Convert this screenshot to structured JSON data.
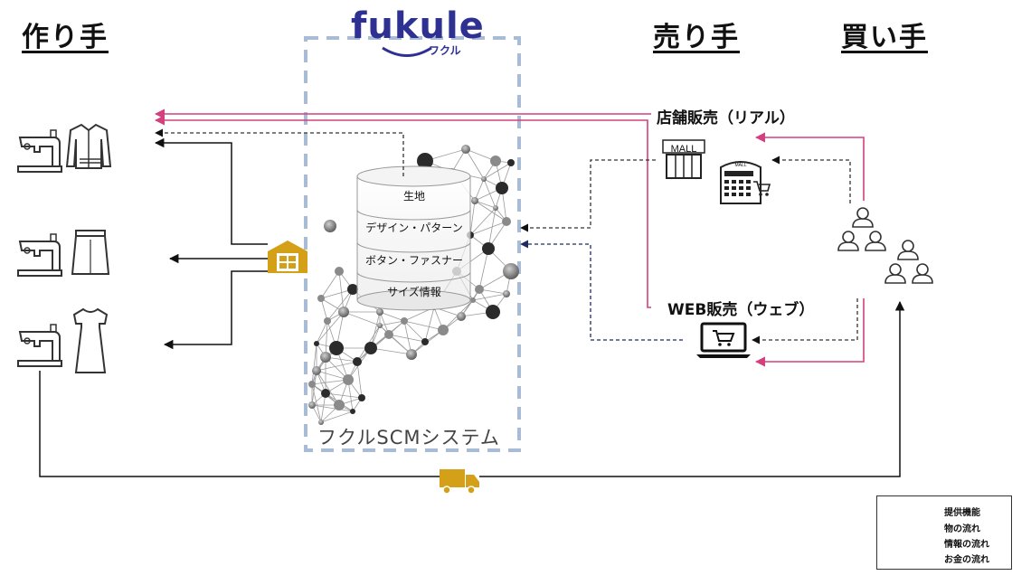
{
  "headers": {
    "makers": "作り手",
    "sellers": "売り手",
    "buyers": "買い手"
  },
  "logo": {
    "wordmark": "fukule",
    "kana": "フクル"
  },
  "system": {
    "label": "フクルSCMシステム",
    "database_layers": [
      "生地",
      "デザイン・パターン",
      "ボタン・ファスナー",
      "サイズ情報"
    ]
  },
  "channels": {
    "store": "店舗販売（リアル）",
    "web": "WEB販売（ウェブ）"
  },
  "icons": {
    "mall_sign": "MALL",
    "mall_sign_small": "MALL"
  },
  "legend": {
    "items": [
      {
        "label": "提供機能",
        "style": "database"
      },
      {
        "label": "物の流れ",
        "style": "solid"
      },
      {
        "label": "情報の流れ",
        "style": "dashed"
      },
      {
        "label": "お金の流れ",
        "style": "money"
      }
    ]
  },
  "colors": {
    "money_flow": "#d4407f",
    "goods_flow": "#111111",
    "info_flow": "#333333",
    "system_border": "#a9bcd6",
    "logo": "#2e3192",
    "warehouse_truck": "#d4a017"
  }
}
